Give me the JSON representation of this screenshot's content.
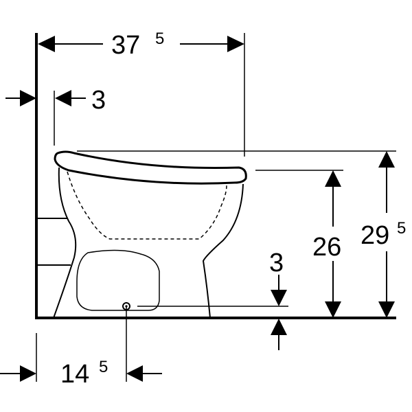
{
  "dimensions": {
    "total_depth": {
      "value": "37",
      "superscript": "5"
    },
    "wall_gap": {
      "value": "3",
      "superscript": ""
    },
    "outlet_distance": {
      "value": "14",
      "superscript": "5"
    },
    "outlet_height": {
      "value": "3",
      "superscript": ""
    },
    "rim_height": {
      "value": "26",
      "superscript": ""
    },
    "seat_height": {
      "value": "29",
      "superscript": "5"
    }
  },
  "colors": {
    "line": "#000000",
    "background": "#ffffff"
  }
}
